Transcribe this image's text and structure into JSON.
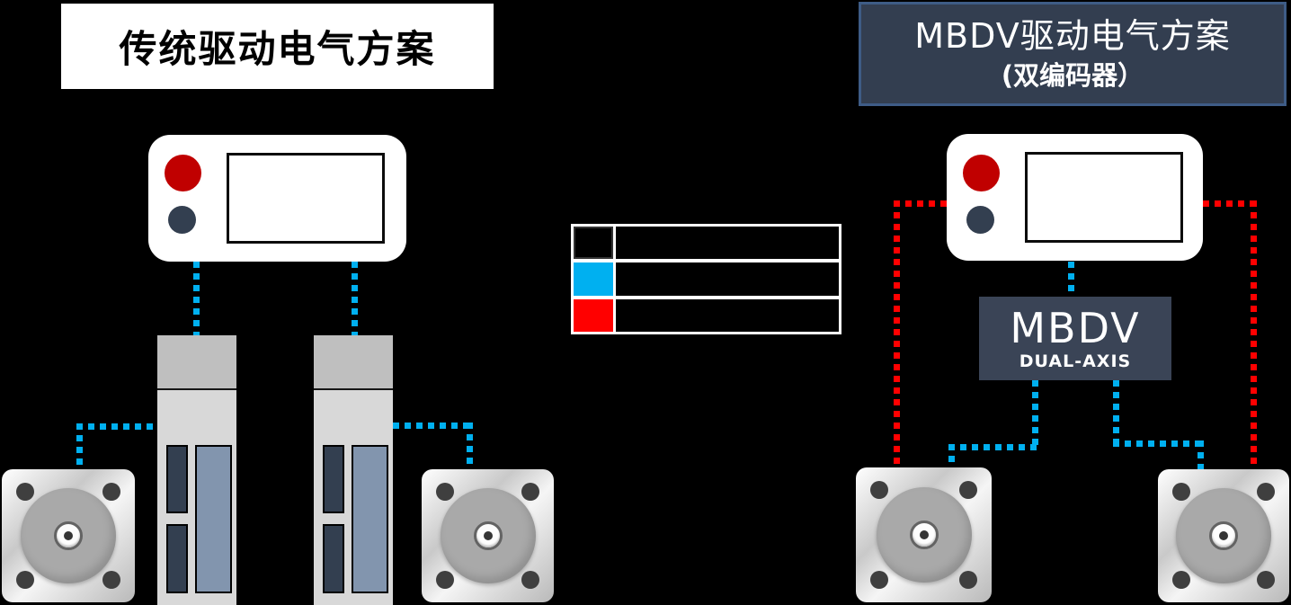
{
  "colors": {
    "background": "#000000",
    "signal_blue": "#00B0F0",
    "signal_red": "#FF0000",
    "navy": "#333F50",
    "title_box_fill": "#333E50",
    "title_box_border": "#3E5C86",
    "mbdv_fill": "#3A4456",
    "led_red": "#C00000",
    "drive_top": "#BFBFBF",
    "drive_body": "#D8D8D8",
    "drive_slate": "#8295AE",
    "motor_circle": "#A9A9A9"
  },
  "left_panel": {
    "title": "传统驱动电气方案"
  },
  "right_panel": {
    "title": "MBDV驱动电气方案",
    "subtitle": "(双编码器）",
    "mbdv_label": "MBDV",
    "mbdv_sublabel": "DUAL-AXIS"
  },
  "legend": {
    "rows": [
      {
        "name": "controller-cable",
        "color": "#000000",
        "label": ""
      },
      {
        "name": "encoder-cable-blue",
        "color": "#00B0F0",
        "label": ""
      },
      {
        "name": "power-cable-red",
        "color": "#FF0000",
        "label": ""
      }
    ]
  }
}
